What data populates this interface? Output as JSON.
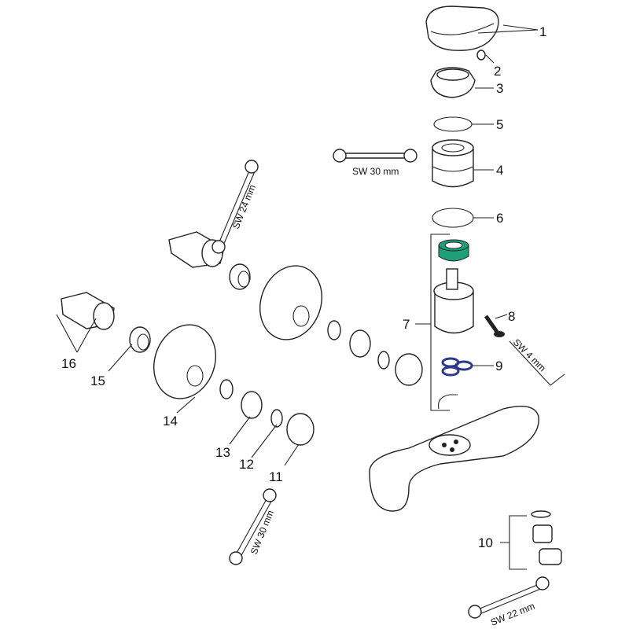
{
  "colors": {
    "cartridge_ring": "#1f9e7a",
    "o_rings": "#2b3a8c",
    "line": "#222222"
  },
  "parts": [
    {
      "number": "1"
    },
    {
      "number": "2"
    },
    {
      "number": "3"
    },
    {
      "number": "4"
    },
    {
      "number": "5"
    },
    {
      "number": "6"
    },
    {
      "number": "7"
    },
    {
      "number": "8"
    },
    {
      "number": "9"
    },
    {
      "number": "10"
    },
    {
      "number": "11"
    },
    {
      "number": "12"
    },
    {
      "number": "13"
    },
    {
      "number": "14"
    },
    {
      "number": "15"
    },
    {
      "number": "16"
    }
  ],
  "tools": [
    {
      "label": "SW 30 mm",
      "icon": "wrench-icon"
    },
    {
      "label": "SW 24 mm",
      "icon": "wrench-icon"
    },
    {
      "label": "SW 4 mm",
      "icon": "hex-key-icon"
    },
    {
      "label": "SW 30 mm",
      "icon": "wrench-icon"
    },
    {
      "label": "SW 22 mm",
      "icon": "wrench-icon"
    }
  ]
}
